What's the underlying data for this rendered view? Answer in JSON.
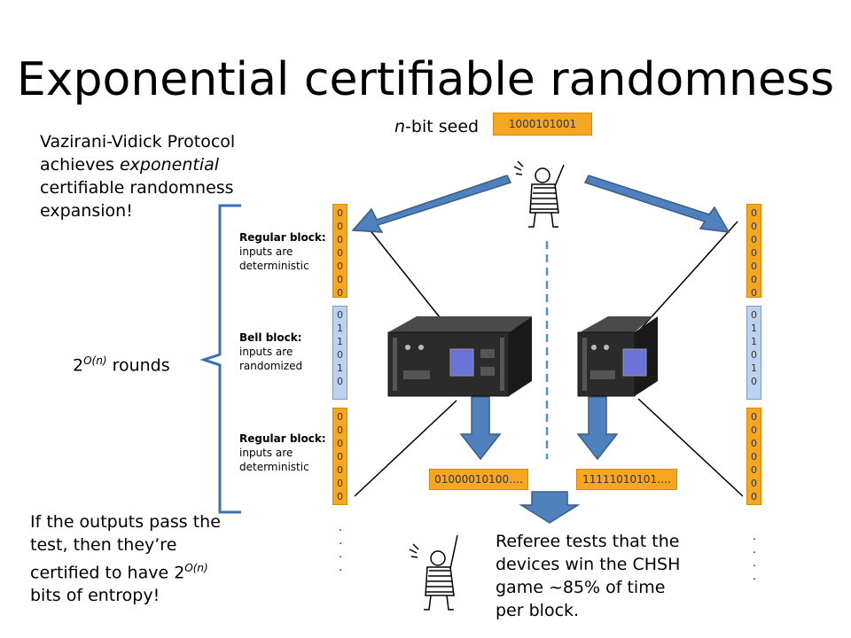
{
  "slide": {
    "title": "Exponential certifiable randomness",
    "seed_label_italic": "n",
    "seed_label_rest": "-bit seed",
    "seed_value": "1000101001",
    "intro_line1": "Vazirani-Vidick Protocol",
    "intro_line2_pre": "achieves ",
    "intro_line2_em": "exponential",
    "intro_line3": "certifiable randomness",
    "intro_line4": "expansion!",
    "rounds_base": "2",
    "rounds_exp": "O(n)",
    "rounds_label": "rounds",
    "blocks": [
      {
        "title": "Regular block:",
        "line1": "inputs are",
        "line2": "deterministic"
      },
      {
        "title": "Bell block:",
        "line1": "inputs are",
        "line2": "randomized"
      },
      {
        "title": "Regular block:",
        "line1": "inputs are",
        "line2": "deterministic"
      }
    ],
    "col_regular": [
      "0",
      "0",
      "0",
      "0",
      "0",
      "0",
      "0"
    ],
    "col_bell": [
      "0",
      "1",
      "1",
      "0",
      "1",
      "0"
    ],
    "output_left": "01000010100….",
    "output_right": "11111010101….",
    "conclusion_line1": "If the outputs pass the",
    "conclusion_line2": "test, then they’re",
    "conclusion_line3_pre": "certified to have 2",
    "conclusion_line3_exp": "O(n)",
    "conclusion_line4": "bits of entropy!",
    "referee_line1": "Referee tests that the",
    "referee_line2": "devices win the CHSH",
    "referee_line3": "game ~85% of time",
    "referee_line4": "per block.",
    "dots": [
      ".",
      ".",
      ".",
      "."
    ]
  }
}
